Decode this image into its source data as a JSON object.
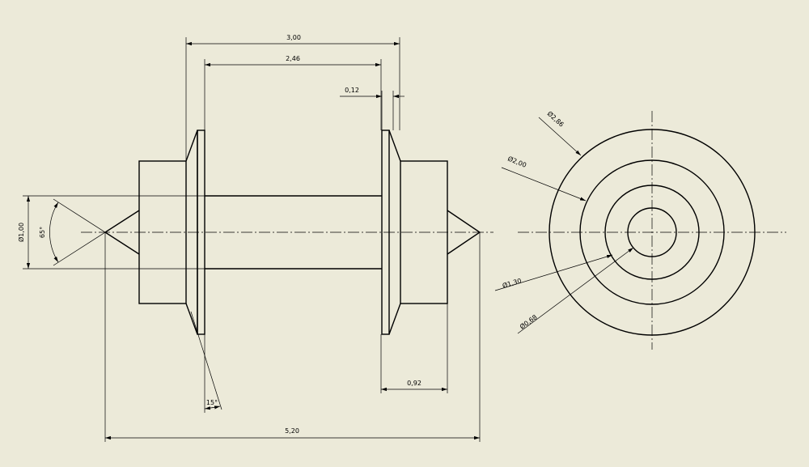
{
  "colors": {
    "background": "#ecead9",
    "line": "#000000"
  },
  "dimensions": {
    "overall_length": "5,20",
    "flange_span": "3,00",
    "wheel_span": "2,46",
    "flange_thickness": "0,12",
    "hub_length": "0,92",
    "axle_diameter": "Ø1,00",
    "tip_angle": "65°",
    "wheel_taper_angle": "15°",
    "flange_diameter": "Ø2,86",
    "wheel_diameter": "Ø2,00",
    "hub_diameter": "Ø1,30",
    "axle_end_diameter": "Ø0,68"
  }
}
